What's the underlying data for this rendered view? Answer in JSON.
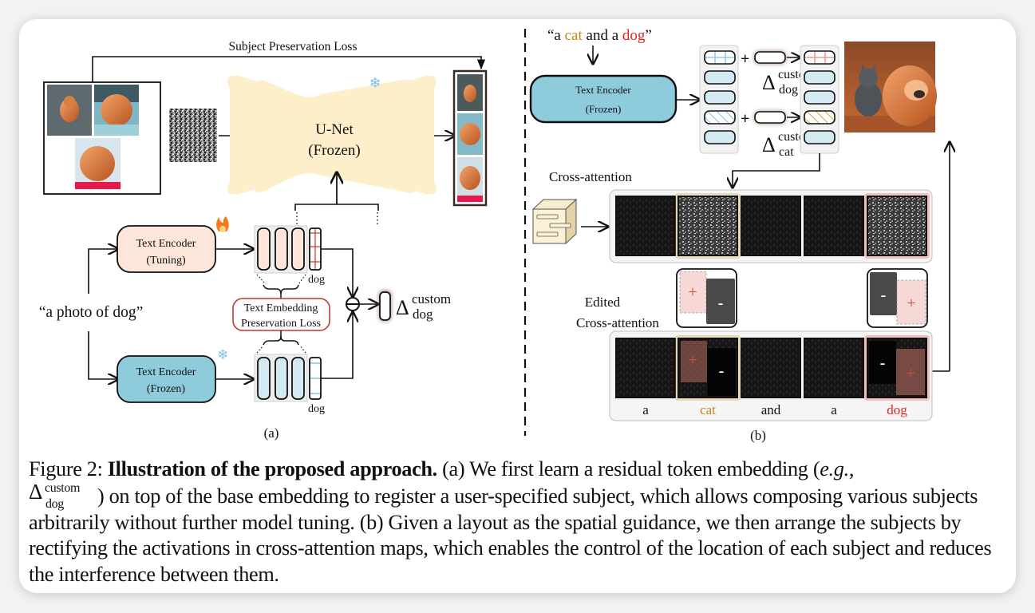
{
  "figure": {
    "number_label": "Figure 2:",
    "panel_a": {
      "label": "(a)",
      "subject_loss_label": "Subject Preservation Loss",
      "unet": {
        "line1": "U-Net",
        "line2": "(Frozen)"
      },
      "prompt": "“a photo of dog”",
      "encoder_tuning": {
        "line1": "Text Encoder",
        "line2": "(Tuning)",
        "badge": "fire-icon"
      },
      "encoder_frozen": {
        "line1": "Text Encoder",
        "line2": "(Frozen)",
        "badge": "snowflake-icon"
      },
      "token_label_top": "dog",
      "token_label_bottom": "dog",
      "embedding_loss": {
        "line1": "Text Embedding",
        "line2": "Preservation Loss"
      },
      "delta": {
        "symbol": "Δ",
        "sup": "custom",
        "sub": "dog"
      },
      "input_images": [
        "chow-chow-forest",
        "chow-chow-car-window",
        "chow-chow-lying"
      ],
      "output_images": [
        "chow-chow-forest",
        "chow-chow-car-window",
        "chow-chow-lying"
      ]
    },
    "panel_b": {
      "label": "(b)",
      "prompt_parts": [
        {
          "text": "“a ",
          "color": "#111111"
        },
        {
          "text": "cat",
          "color": "#c8890f"
        },
        {
          "text": " and a ",
          "color": "#111111"
        },
        {
          "text": "dog",
          "color": "#e0241b"
        },
        {
          "text": "”",
          "color": "#111111"
        }
      ],
      "encoder": {
        "line1": "Text Encoder",
        "line2": "(Frozen)"
      },
      "delta_dog": {
        "symbol": "Δ",
        "sup": "custom",
        "sub": "dog"
      },
      "delta_cat": {
        "symbol": "Δ",
        "sup": "custom",
        "sub": "cat"
      },
      "plus": "+",
      "cross_attention_label": "Cross-attention",
      "edited_label": {
        "line1": "Edited",
        "line2": "Cross-attention"
      },
      "tokens": [
        {
          "text": "a",
          "color": "#111111"
        },
        {
          "text": "cat",
          "color": "#c8890f"
        },
        {
          "text": "and",
          "color": "#111111"
        },
        {
          "text": "a",
          "color": "#111111"
        },
        {
          "text": "dog",
          "color": "#e0241b"
        }
      ],
      "mask_plus": "+",
      "mask_minus": "-",
      "output_image": "cat-and-dog-generated"
    }
  },
  "caption": {
    "prefix": "Figure 2:",
    "bold_title": "Illustration of the proposed approach.",
    "part1": " (a) We first learn a residual token embedding (",
    "eg": "e.g.",
    "part1_end": ",",
    "delta": {
      "symbol": "Δ",
      "sup": "custom",
      "sub": "dog"
    },
    "part2": ") on top of the base embedding to register a user-specified subject, which allows composing various subjects arbitrarily without further model tuning. (b) Given a layout as the spatial guidance, we then arrange the subjects by rectifying the activations in cross-attention maps, which enables the control of the location of each subject and reduces the interference between them."
  },
  "colors": {
    "unet_fill": "#fdefc9",
    "tuning_fill": "#fbe6d9",
    "frozen_fill": "#8ecbdb",
    "embed_blue": "#d3eaf2",
    "embed_peach": "#fbe6d9",
    "loss_border": "#c0392b",
    "cat_color": "#c8890f",
    "dog_color": "#e0241b"
  }
}
